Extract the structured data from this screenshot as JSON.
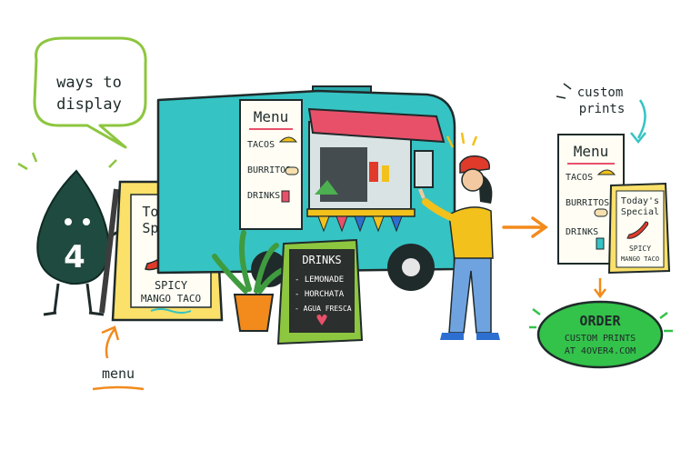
{
  "callout": {
    "line1": "ways to",
    "line2": "display"
  },
  "mascot": {
    "number": "4"
  },
  "aframe": {
    "title_line1": "Today's",
    "title_line2": "Special",
    "item_line1": "SPICY",
    "item_line2": "MANGO TACO"
  },
  "caption_menu": "menu",
  "truck_menu": {
    "title": "Menu",
    "items": [
      "TACOS",
      "BURRITOS",
      "DRINKS"
    ]
  },
  "chalkboard": {
    "title": "DRINKS",
    "items": [
      "- LEMONADE",
      "- HORCHATA",
      "- AGUA FRESCA"
    ]
  },
  "caption_custom": {
    "line1": "custom",
    "line2": "prints"
  },
  "print_menu": {
    "title": "Menu",
    "items": [
      "TACOS",
      "BURRITOS",
      "DRINKS"
    ]
  },
  "print_special": {
    "title_line1": "Today's",
    "title_line2": "Special",
    "item_line1": "SPICY",
    "item_line2": "MANGO TACO"
  },
  "cta": {
    "line1": "ORDER",
    "line2": "CUSTOM PRINTS",
    "line3": "AT 4OVER4.COM"
  },
  "colors": {
    "truck": "#36c3c4",
    "awning": "#e8506a",
    "cta": "#33c24a",
    "mascot": "#1f4a40",
    "accent": "#f28a1c",
    "callout": "#8dc63f"
  }
}
